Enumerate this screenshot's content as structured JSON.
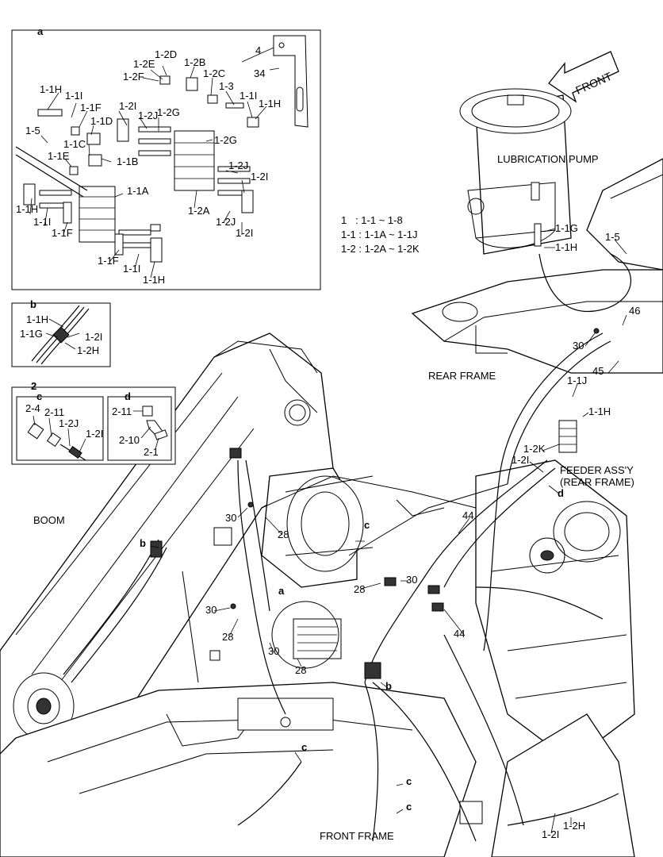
{
  "panels": {
    "a": {
      "letter": "a",
      "labels": [
        "4",
        "34",
        "1-2D",
        "1-2E",
        "1-2B",
        "1-2F",
        "1-2C",
        "1-3",
        "1-1I",
        "1-1H",
        "1-1H",
        "1-1I",
        "1-1F",
        "1-2I",
        "1-2J",
        "1-2G",
        "1-1D",
        "1-5",
        "1-1C",
        "1-1E",
        "1-1B",
        "1-2G",
        "1-2J",
        "1-2I",
        "1-1A",
        "1-2A",
        "1-1H",
        "1-1I",
        "1-1F",
        "1-2J",
        "1-2I",
        "1-1F",
        "1-1I",
        "1-1H"
      ]
    },
    "b": {
      "letter": "b",
      "labels": [
        "1-1H",
        "1-1G",
        "1-2I",
        "1-2H"
      ]
    },
    "two": {
      "number": "2"
    },
    "c": {
      "letter": "c",
      "labels": [
        "2-4",
        "2-11",
        "1-2J",
        "1-2I"
      ]
    },
    "d": {
      "letter": "d",
      "labels": [
        "2-11",
        "2-10",
        "2-1"
      ]
    }
  },
  "legend": [
    "1   : 1-1 ~ 1-8",
    "1-1 : 1-1A ~ 1-1J",
    "1-2 : 1-2A ~ 1-2K"
  ],
  "main": {
    "front_arrow": "FRONT",
    "lubrication_pump": "LUBRICATION PUMP",
    "rear_frame": "REAR FRAME",
    "front_frame": "FRONT FRAME",
    "boom": "BOOM",
    "feeder_line1": "FEEDER ASS'Y",
    "feeder_line2": "(REAR FRAME)",
    "callouts": [
      "1-1G",
      "1-1H",
      "1-5",
      "46",
      "30",
      "45",
      "1-1J",
      "1-1H",
      "1-2K",
      "1-2I",
      "d",
      "30",
      "28",
      "44",
      "c",
      "28",
      "30",
      "a",
      "30",
      "28",
      "30",
      "28",
      "44",
      "b",
      "b",
      "c",
      "c",
      "c",
      "1-2I",
      "1-2H"
    ]
  }
}
